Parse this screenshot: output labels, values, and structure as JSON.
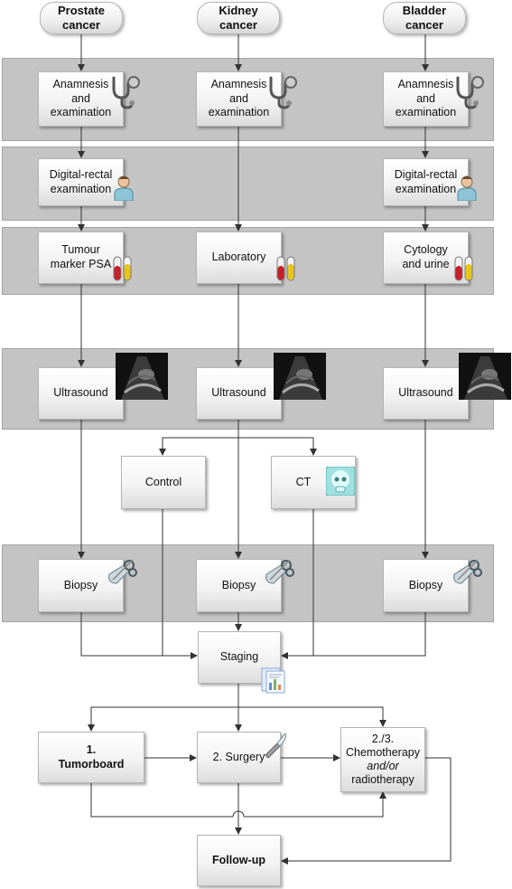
{
  "start": {
    "prostate": "Prostate\ncancer",
    "kidney": "Kidney\ncancer",
    "bladder": "Bladder\ncancer"
  },
  "anamnesis": "Anamnesis\nand\nexamination",
  "dre": "Digital-rectal\nexamination",
  "tumour_marker": "Tumour\nmarker PSA",
  "laboratory": "Laboratory",
  "cytology": "Cytology\nand urine",
  "ultrasound": "Ultrasound",
  "control": "Control",
  "ct": "CT",
  "biopsy": "Biopsy",
  "staging": "Staging",
  "tumorboard": "1.\nTumorboard",
  "surgery": "2. Surgery",
  "chemo": {
    "line1": "2./3.",
    "line2": "Chemotherapy",
    "line3": "and/or",
    "line4": "radiotherapy"
  },
  "followup": "Follow-up",
  "icons": {
    "stethoscope": "stethoscope-icon",
    "doctor": "doctor-icon",
    "test_tubes": "test-tubes-icon",
    "ultrasound_image": "ultrasound-image-icon",
    "ct_skull": "ct-skull-icon",
    "biopsy_tool": "biopsy-tool-icon",
    "report": "report-icon",
    "scalpel": "scalpel-icon"
  },
  "colors": {
    "band": "#c4c4c4",
    "box": "#f3f3f3",
    "line": "#333333"
  }
}
